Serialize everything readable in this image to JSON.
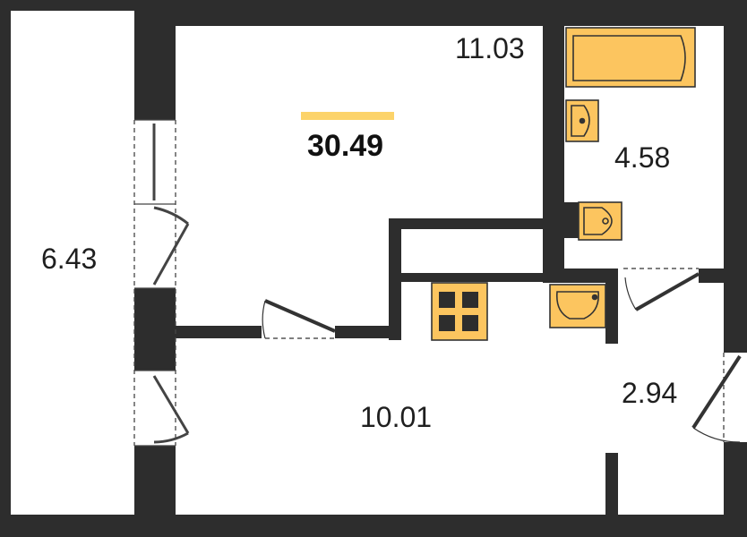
{
  "plan": {
    "total_area": "30.49",
    "rooms": {
      "room": "11.03",
      "bathroom": "4.58",
      "loggia": "6.43",
      "kitchen_hall": "10.01",
      "entry": "2.94"
    }
  },
  "colors": {
    "wall": "#2d2d2d",
    "fixture": "#fcc55f",
    "accent": "#fcd36a",
    "background": "#ffffff"
  }
}
